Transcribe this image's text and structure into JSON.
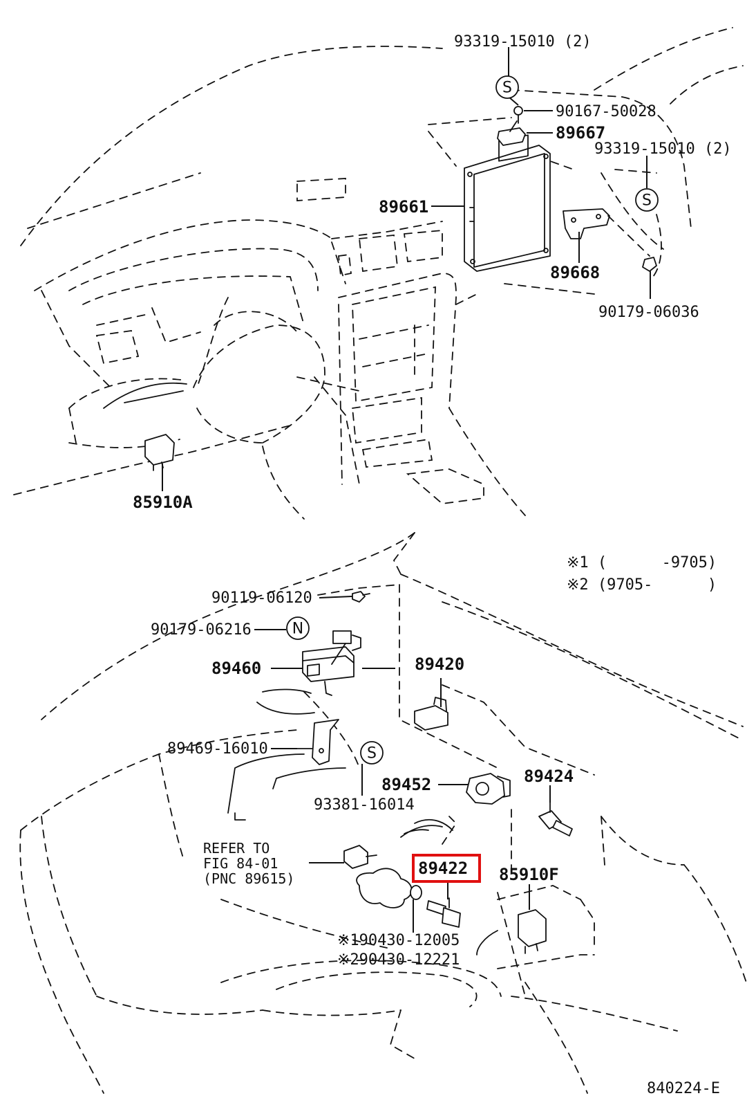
{
  "labels": {
    "p93319_top": "93319-15010 (2)",
    "p90167": "90167-50028",
    "p89667": "89667",
    "p93319_right": "93319-15010 (2)",
    "p89661": "89661",
    "p89668": "89668",
    "p90179_06036": "90179-06036",
    "p85910A": "85910A",
    "p90119": "90119-06120",
    "p90179_06216": "90179-06216",
    "p89460": "89460",
    "p89420": "89420",
    "p89469": "89469-16010",
    "p89452": "89452",
    "p89424": "89424",
    "p93381": "93381-16014",
    "p89422": "89422",
    "p85910F": "85910F",
    "p90430_1": "※190430-12005",
    "p90430_2": "※290430-12221",
    "refer_1": "REFER TO",
    "refer_2": "FIG 84-01",
    "refer_3": "(PNC 89615)"
  },
  "notes": {
    "n1": "※1 (      -9705)",
    "n2": "※2 (9705-      )"
  },
  "symbols": {
    "s": "S",
    "n": "N"
  },
  "figure_id": "840224-E",
  "highlight_color": "#e01010"
}
